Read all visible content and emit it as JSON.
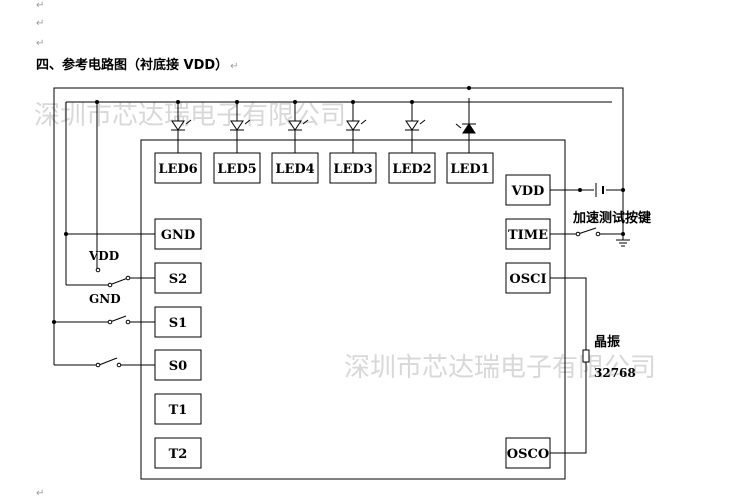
{
  "doc": {
    "para_mark": "↵",
    "heading": "四、参考电路图（衬底接 VDD）",
    "heading_mark": "↵"
  },
  "watermark": {
    "top": "深圳市芯达瑞电子有限公司",
    "bottom": "深圳市芯达瑞电子有限公司"
  },
  "chip": {
    "top_pins": [
      "LED6",
      "LED5",
      "LED4",
      "LED3",
      "LED2",
      "LED1"
    ],
    "left_pins": [
      "GND",
      "S2",
      "S1",
      "S0",
      "T1",
      "T2"
    ],
    "right_pins": [
      "VDD",
      "TIME",
      "OSCI",
      "OSCO"
    ]
  },
  "labels": {
    "vdd": "VDD",
    "gnd": "GND",
    "speed_test": "加速测试按键",
    "crystal": "晶振",
    "crystal_freq": "32768"
  }
}
